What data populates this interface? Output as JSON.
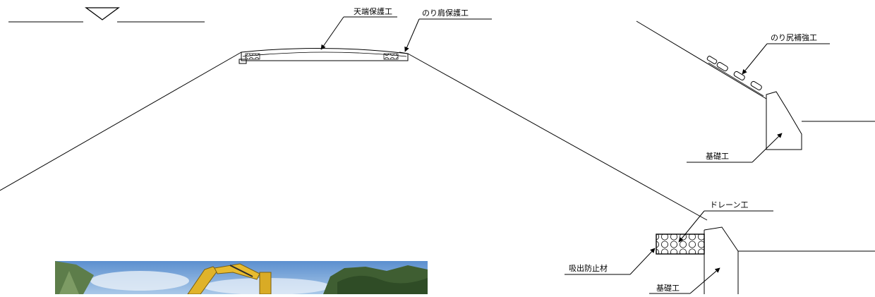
{
  "labels": {
    "crest_protection": "天端保護工",
    "shoulder_protection": "のり肩保護工",
    "toe_reinforcement": "のり尻補強工",
    "foundation_upper": "基礎工",
    "drain": "ドレーン工",
    "suction_prevention": "吸出防止材",
    "foundation_lower": "基礎工"
  },
  "colors": {
    "line": "#000000",
    "water_marker_fill": "#ffffff",
    "photo_sky": "#6f9ed3",
    "photo_excavator": "#e0b32a"
  },
  "icons": {
    "water_level": "inverted-triangle-icon",
    "arrow": "arrow-icon",
    "excavator_photo": "photo-excavator"
  }
}
